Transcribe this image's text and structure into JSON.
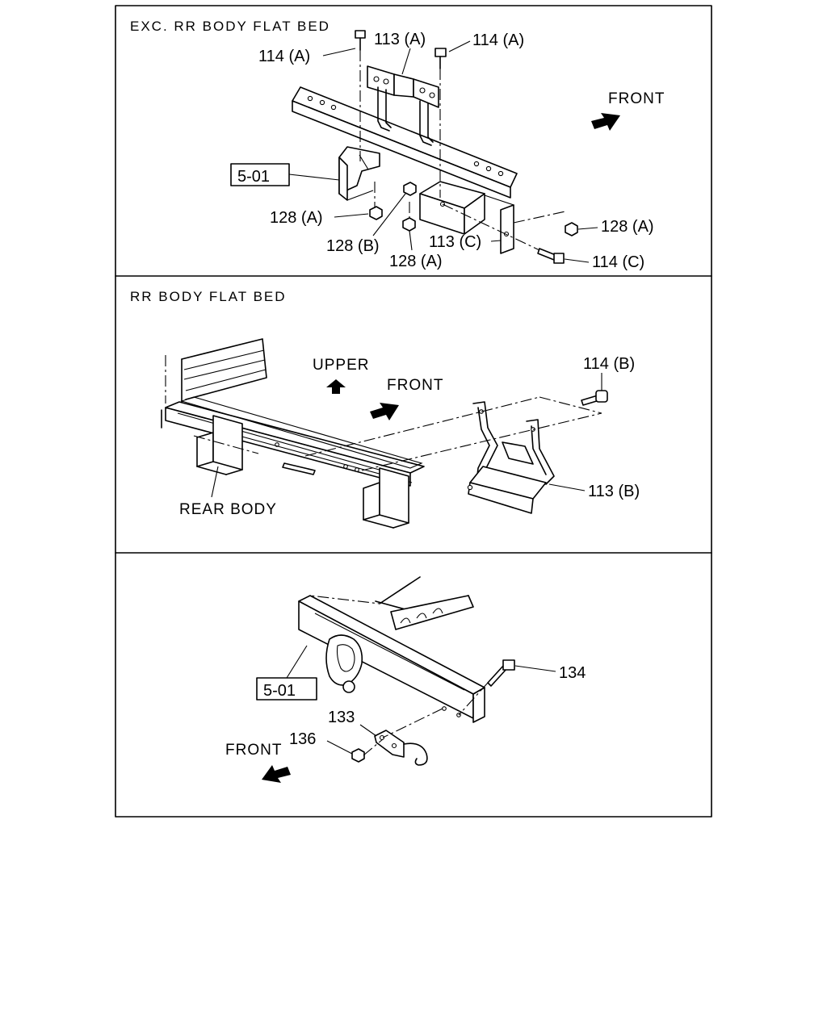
{
  "panels": {
    "exc_flat_bed": {
      "title": "EXC. RR  BODY  FLAT  BED",
      "labels": {
        "bolt_114a_left": "114 (A)",
        "bracket_113a": "113 (A)",
        "bolt_114a_right": "114 (A)",
        "front": "FRONT",
        "ref_501": "5-01",
        "nut_128a_left": "128 (A)",
        "nut_128b": "128 (B)",
        "nut_128a_bottom": "128 (A)",
        "bracket_113c": "113 (C)",
        "nut_128a_right": "128 (A)",
        "bolt_114c": "114 (C)"
      }
    },
    "rr_flat_bed": {
      "title": "RR  BODY  FLAT  BED",
      "labels": {
        "upper": "UPPER",
        "front": "FRONT",
        "bolt_114b": "114 (B)",
        "rear_body": "REAR  BODY",
        "bracket_113b": "113 (B)"
      }
    },
    "tow_hook": {
      "labels": {
        "ref_501": "5-01",
        "bolt_134": "134",
        "hook_133": "133",
        "nut_136": "136",
        "front": "FRONT"
      }
    }
  }
}
